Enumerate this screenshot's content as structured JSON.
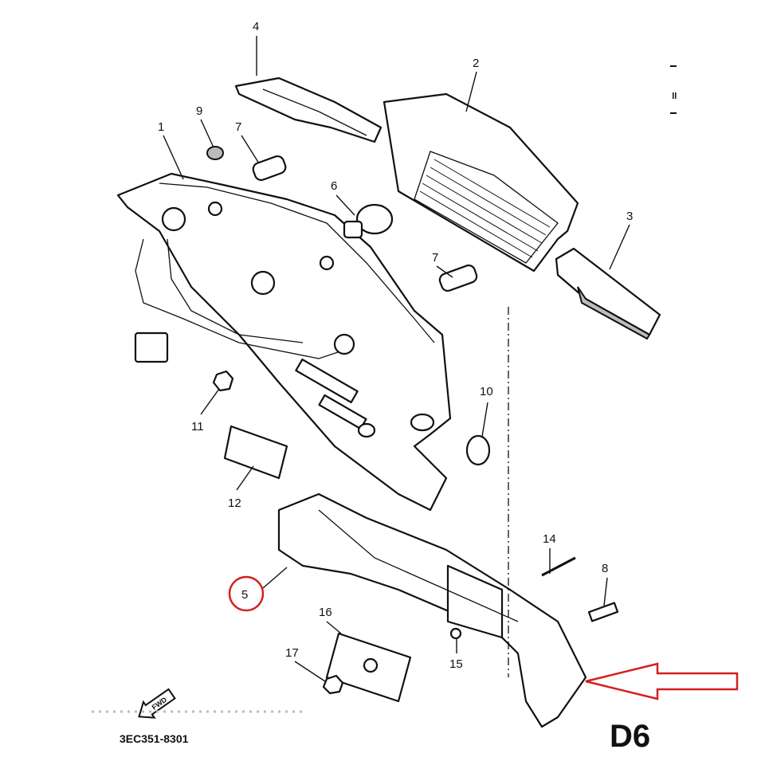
{
  "diagram": {
    "callouts": {
      "p1": "1",
      "p2": "2",
      "p3": "3",
      "p4": "4",
      "p5": "5",
      "p6": "6",
      "p7a": "7",
      "p7b": "7",
      "p8": "8",
      "p9": "9",
      "p10": "10",
      "p11": "11",
      "p12": "12",
      "p14": "14",
      "p15": "15",
      "p16": "16",
      "p17": "17"
    },
    "fwd_label": "FWD",
    "part_code": "3EC351-8301",
    "section_label": "D6",
    "highlight_color": "#d42020"
  }
}
